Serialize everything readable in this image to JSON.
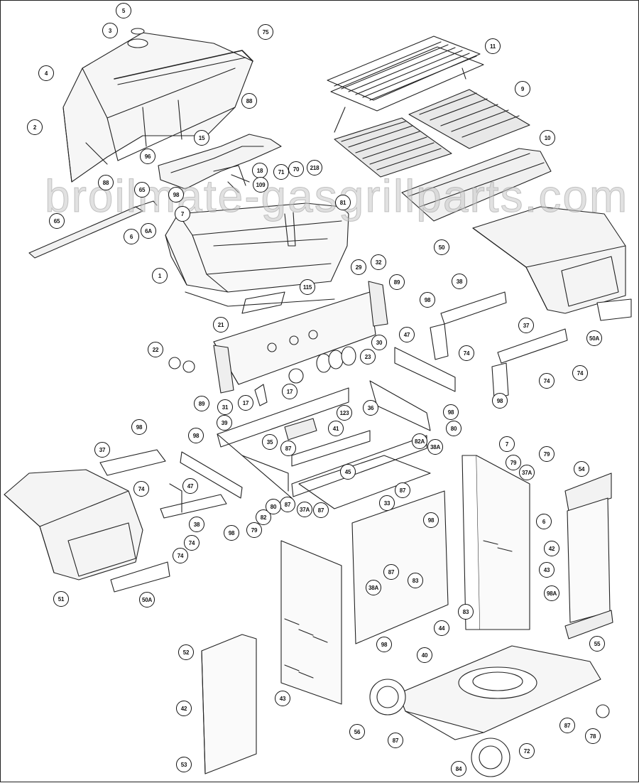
{
  "watermark": "broilmate-gasgrillparts.com",
  "callouts": {
    "c5": "5",
    "c3": "3",
    "c75": "75",
    "c4": "4",
    "c2": "2",
    "c88a": "88",
    "c96": "96",
    "c88b": "88",
    "c15": "15",
    "c18": "18",
    "c71": "71",
    "c70": "70",
    "c218": "218",
    "c109": "109",
    "c98a": "98",
    "c65a": "65",
    "c7a": "7",
    "c65b": "65",
    "c6a": "6",
    "c6A": "6A",
    "c81": "81",
    "c1": "1",
    "c11": "11",
    "c9": "9",
    "c10": "10",
    "c50": "50",
    "c50A_r": "50A",
    "c29": "29",
    "c32": "32",
    "c89a": "89",
    "c115": "115",
    "c21": "21",
    "c22": "22",
    "c23": "23",
    "c30": "30",
    "c89b": "89",
    "c31": "31",
    "c17a": "17",
    "c17b": "17",
    "c38": "38",
    "c98b": "98",
    "c74a": "74",
    "c47a": "47",
    "c37a": "37",
    "c74b": "74",
    "c74c": "74",
    "c98c": "98",
    "c36": "36",
    "c98d": "98",
    "c123": "123",
    "c39": "39",
    "c41": "41",
    "c35": "35",
    "c87a": "87",
    "c45": "45",
    "c33": "33",
    "c87b": "87",
    "c87c": "87",
    "c80a": "80",
    "c82A": "82A",
    "c38A_a": "38A",
    "c7b": "7",
    "c79a": "79",
    "c79b": "79",
    "c37A_a": "37A",
    "c54": "54",
    "c6b": "6",
    "c98e": "98",
    "c37b": "37",
    "c98f": "98",
    "c74d": "74",
    "c47b": "47",
    "c38b": "38",
    "c74e": "74",
    "c74f": "74",
    "c98g": "98",
    "c51": "51",
    "c50A_l": "50A",
    "c82": "82",
    "c80b": "80",
    "c37A_b": "37A",
    "c87d": "87",
    "c79c": "79",
    "c98h": "98",
    "c87e": "87",
    "c38A_b": "38A",
    "c83a": "83",
    "c44": "44",
    "c98i": "98",
    "c43a": "43",
    "c83b": "83",
    "c42a": "42",
    "c98A": "98A",
    "c55": "55",
    "c52": "52",
    "c42b": "42",
    "c53": "53",
    "c43b": "43",
    "c40": "40",
    "c56": "56",
    "c87f": "87",
    "c87g": "87",
    "c78": "78",
    "c72": "72",
    "c84": "84"
  }
}
